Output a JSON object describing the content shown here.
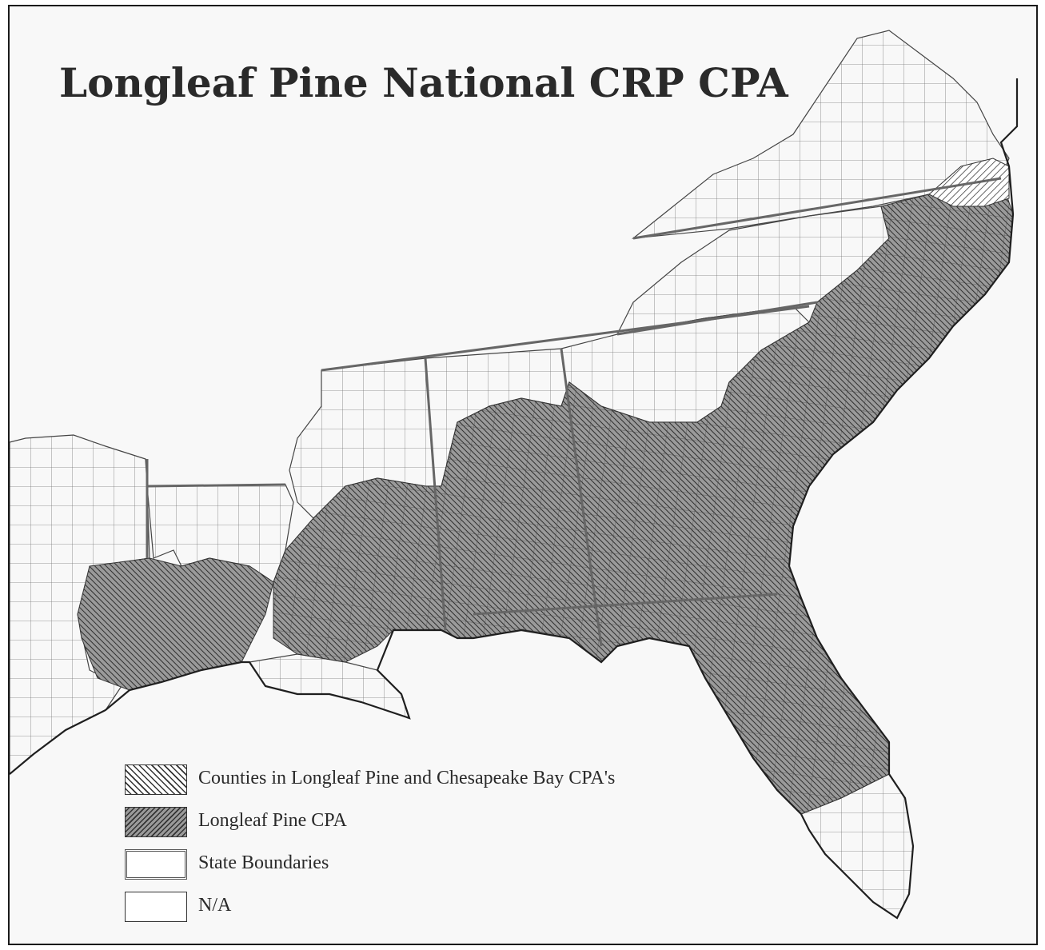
{
  "map": {
    "title": "Longleaf Pine National CRP CPA",
    "colors": {
      "background": "#f8f8f8",
      "county_line": "#3a3a3a",
      "state_line": "#555555",
      "longleaf_fill": "#9a9a9a",
      "hatch": "#333333"
    }
  },
  "legend": {
    "items": [
      {
        "label": "Counties in Longleaf Pine and Chesapeake Bay CPA's",
        "pattern": "hatch-light"
      },
      {
        "label": "Longleaf Pine CPA",
        "pattern": "hatch-dark"
      },
      {
        "label": "State Boundaries",
        "pattern": "double-outline"
      },
      {
        "label": "N/A",
        "pattern": "empty"
      }
    ]
  }
}
